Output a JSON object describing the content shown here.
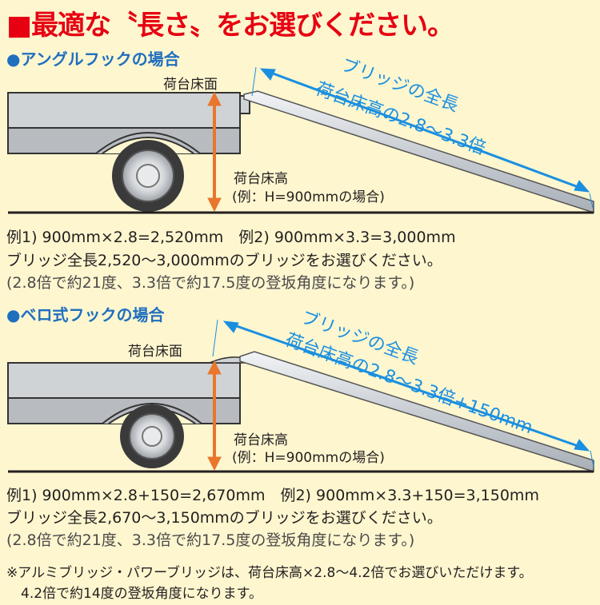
{
  "title": "■最適な〝長さ〟をお選びください。",
  "sections": [
    {
      "heading": "●アングルフックの場合",
      "deck_surface": "荷台床面",
      "deck_height": "荷台床高",
      "height_example": "(例：H=900mmの場合)",
      "bridge_label_1": "ブリッジの全長",
      "bridge_label_2": "荷台床高の2.8〜3.3倍",
      "example_line": "例1) 900mm×2.8=2,520mm　例2) 900mm×3.3=3,000mm",
      "choose_line": "ブリッジ全長2,520〜3,000mmのブリッジをお選びください。",
      "angle_line": "(2.8倍で約21度、3.3倍で約17.5度の登坂角度になります。)"
    },
    {
      "heading": "●ベロ式フックの場合",
      "deck_surface": "荷台床面",
      "deck_height": "荷台床高",
      "height_example": "(例：H=900mmの場合)",
      "bridge_label_1": "ブリッジの全長",
      "bridge_label_2": "荷台床高の2.8〜3.3倍+150mm",
      "example_line": "例1) 900mm×2.8+150=2,670mm　例2) 900mm×3.3+150=3,150mm",
      "choose_line": "ブリッジ全長2,670〜3,150mmのブリッジをお選びください。",
      "angle_line": "(2.8倍で約21度、3.3倍で約17.5度の登坂角度になります。)"
    }
  ],
  "footnote_1": "※アルミブリッジ・パワーブリッジは、荷台床高×2.8〜4.2倍でお選びいただけます。",
  "footnote_2": "4.2倍で約14度の登坂角度になります。",
  "colors": {
    "title": "#e60012",
    "heading": "#1f6fbf",
    "arrow_blue": "#1a8fe0",
    "height_arrow": "#e8762d",
    "background": "#fdf6cf"
  }
}
